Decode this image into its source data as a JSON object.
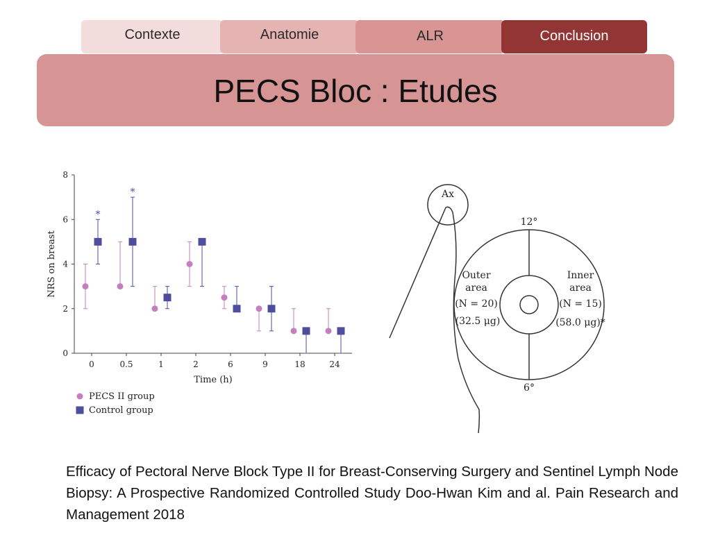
{
  "nav": {
    "tabs": [
      {
        "label": "Contexte"
      },
      {
        "label": "Anatomie"
      },
      {
        "label": "ALR"
      },
      {
        "label": "Conclusion",
        "active": true
      }
    ]
  },
  "slide": {
    "title": "PECS Bloc : Etudes",
    "caption": "Efficacy of Pectoral Nerve Block Type II for Breast-Conserving Surgery and Sentinel Lymph Node Biopsy: A Prospective Randomized Controlled Study  Doo-Hwan Kim and al. Pain Research and Management 2018"
  },
  "colors": {
    "pecs": "#c47fbf",
    "control": "#4e4e9f",
    "active_tab": "#943535",
    "banner": "#d69494"
  },
  "chart_data": {
    "type": "scatter",
    "xlabel": "Time (h)",
    "ylabel": "NRS on breast",
    "categories": [
      "0",
      "0.5",
      "1",
      "2",
      "6",
      "9",
      "18",
      "24"
    ],
    "yticks": [
      "0",
      "2",
      "4",
      "6",
      "8"
    ],
    "ylim": [
      0,
      8
    ],
    "series": [
      {
        "name": "PECS II group",
        "marker": "circle",
        "values": [
          3,
          3,
          2,
          4,
          2.5,
          2,
          1,
          1
        ],
        "err_low": [
          2,
          3,
          2,
          3,
          2,
          1,
          1,
          1
        ],
        "err_high": [
          4,
          5,
          3,
          5,
          3,
          2,
          2,
          2
        ]
      },
      {
        "name": "Control group",
        "marker": "square",
        "values": [
          5,
          5,
          2.5,
          5,
          2,
          2,
          1,
          1
        ],
        "err_low": [
          4,
          3,
          2,
          3,
          2,
          1,
          0,
          0
        ],
        "err_high": [
          6,
          7,
          3,
          5,
          3,
          3,
          1,
          1
        ]
      }
    ],
    "annotations": [
      {
        "category": "0",
        "text": "*"
      },
      {
        "category": "0.5",
        "text": "*"
      }
    ],
    "legend": "bottom-left"
  },
  "diagram": {
    "ax_label": "Ax",
    "top_label": "12°",
    "bottom_label": "6°",
    "outer": {
      "line1": "Outer",
      "line2": "area",
      "n": "(N = 20)",
      "dose": "(32.5 μg)"
    },
    "inner": {
      "line1": "Inner",
      "line2": "area",
      "n": "(N = 15)",
      "dose": "(58.0 μg)*"
    }
  }
}
